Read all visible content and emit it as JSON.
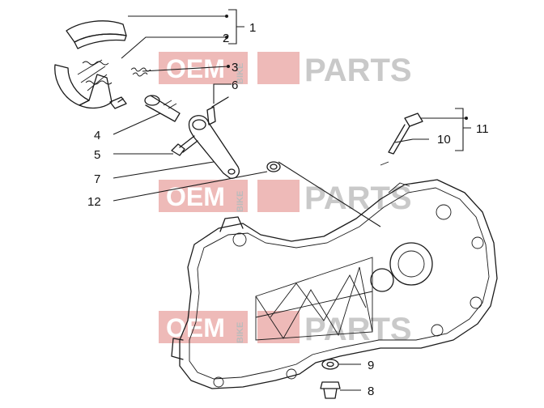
{
  "watermark": {
    "left": "OEM",
    "middle": "BIKE",
    "right": "PARTS",
    "right_partial": "PaRTS"
  },
  "callouts": [
    {
      "id": "callout-1",
      "text": "1"
    },
    {
      "id": "callout-2",
      "text": "2"
    },
    {
      "id": "callout-3",
      "text": "3"
    },
    {
      "id": "callout-4",
      "text": "4"
    },
    {
      "id": "callout-5",
      "text": "5"
    },
    {
      "id": "callout-6",
      "text": "6"
    },
    {
      "id": "callout-7",
      "text": "7"
    },
    {
      "id": "callout-8",
      "text": "8"
    },
    {
      "id": "callout-9",
      "text": "9"
    },
    {
      "id": "callout-10",
      "text": "10"
    },
    {
      "id": "callout-11",
      "text": "11"
    },
    {
      "id": "callout-12",
      "text": "12"
    }
  ],
  "colors": {
    "watermark_red": "#e8a3a0",
    "watermark_grey": "#c9c9c9",
    "line": "#1a1a1a"
  }
}
